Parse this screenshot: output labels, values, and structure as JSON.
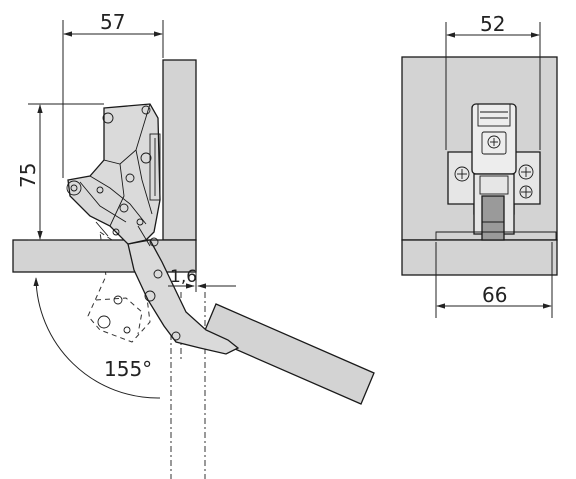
{
  "dimensions": {
    "side_width": "57",
    "side_height": "75",
    "gap": "1,6",
    "angle": "155°",
    "front_top_width": "52",
    "front_bottom_width": "66"
  },
  "colors": {
    "panel_fill": "#d3d3d3",
    "hinge_fill": "#dadada",
    "line": "#1a1a1a",
    "background": "#ffffff"
  }
}
